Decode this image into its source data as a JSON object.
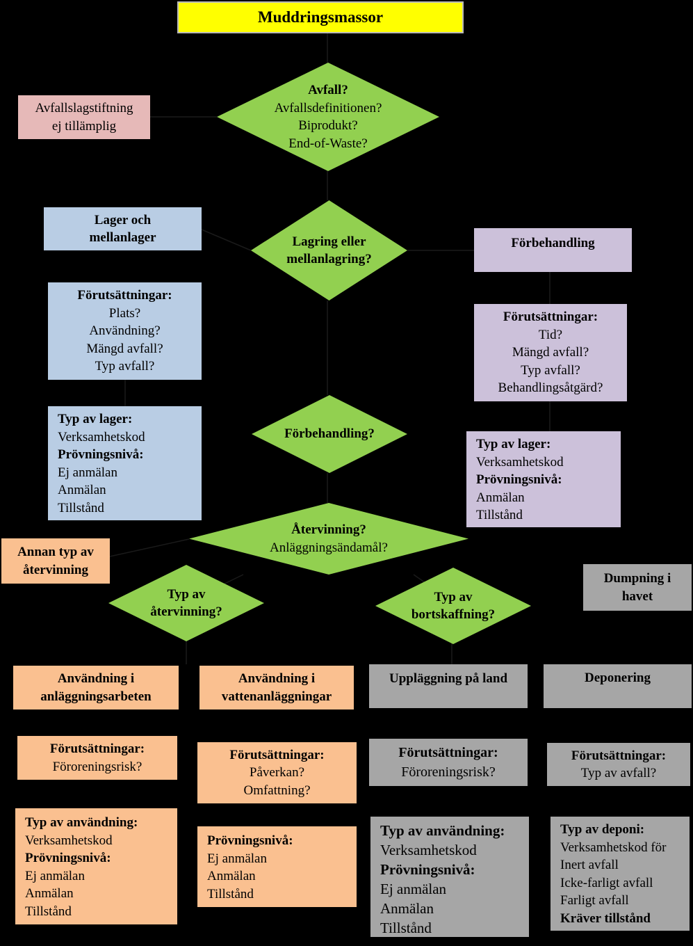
{
  "colors": {
    "background": "#000000",
    "title_fill": "#ffff00",
    "decision_fill": "#92d050",
    "not_applicable_fill": "#e6b9b8",
    "storage_fill": "#b9cde4",
    "pretreatment_fill": "#ccc1da",
    "recovery_fill": "#fac090",
    "disposal_fill": "#a6a6a6"
  },
  "title": "Muddringsmassor",
  "not_applicable": {
    "line1": "Avfallslagstiftning",
    "line2": "ej tillämplig"
  },
  "decision_waste": {
    "line1": "Avfall?",
    "line2": "Avfallsdefinitionen?",
    "line3": "Biprodukt?",
    "line4": "End-of-Waste?"
  },
  "storage": {
    "heading": {
      "line1": "Lager och",
      "line2": "mellanlager"
    },
    "conditions": {
      "label": "Förutsättningar:",
      "items": [
        "Plats?",
        "Användning?",
        "Mängd avfall?",
        "Typ avfall?"
      ]
    },
    "type": {
      "label1": "Typ av lager:",
      "item1": "Verksamhetskod",
      "label2": "Prövningsnivå:",
      "items": [
        "Ej anmälan",
        "Anmälan",
        "Tillstånd"
      ]
    }
  },
  "decision_storage": {
    "line1": "Lagring eller",
    "line2": "mellanlagring?"
  },
  "pretreatment": {
    "heading": "Förbehandling",
    "conditions": {
      "label": "Förutsättningar:",
      "items": [
        "Tid?",
        "Mängd avfall?",
        "Typ avfall?",
        "Behandlingsåtgärd?"
      ]
    },
    "type": {
      "label1": "Typ av lager:",
      "item1": "Verksamhetskod",
      "label2": "Prövningsnivå:",
      "items": [
        "Anmälan",
        "Tillstånd"
      ]
    }
  },
  "decision_pretreatment": {
    "line1": "Förbehandling?"
  },
  "decision_recovery": {
    "line1": "Återvinning?",
    "line2": "Anläggningsändamål?"
  },
  "other_recovery": {
    "line1": "Annan typ av",
    "line2": "återvinning"
  },
  "decision_recovery_type": {
    "line1": "Typ av",
    "line2": "återvinning?"
  },
  "decision_disposal_type": {
    "line1": "Typ av",
    "line2": "bortskaffning?"
  },
  "sea_dumping": {
    "line1": "Dumpning i",
    "line2": "havet"
  },
  "construction_use": {
    "heading": {
      "line1": "Användning i",
      "line2": "anläggningsarbeten"
    },
    "conditions": {
      "label": "Förutsättningar:",
      "items": [
        "Föroreningsrisk?"
      ]
    },
    "type": {
      "label1": "Typ av användning:",
      "item1": "Verksamhetskod",
      "label2": "Prövningsnivå:",
      "items": [
        "Ej anmälan",
        "Anmälan",
        "Tillstånd"
      ]
    }
  },
  "water_use": {
    "heading": {
      "line1": "Användning i",
      "line2": "vattenanläggningar"
    },
    "conditions": {
      "label": "Förutsättningar:",
      "items": [
        "Påverkan?",
        "Omfattning?"
      ]
    },
    "type": {
      "label1": "Prövningsnivå:",
      "items": [
        "Ej anmälan",
        "Anmälan",
        "Tillstånd"
      ]
    }
  },
  "land_deposit": {
    "heading": "Uppläggning på land",
    "conditions": {
      "label": "Förutsättningar:",
      "items": [
        "Föroreningsrisk?"
      ]
    },
    "type": {
      "label1": "Typ av användning:",
      "item1": "Verksamhetskod",
      "label2": "Prövningsnivå:",
      "items": [
        "Ej anmälan",
        "Anmälan",
        "Tillstånd"
      ]
    }
  },
  "landfill": {
    "heading": "Deponering",
    "conditions": {
      "label": "Förutsättningar:",
      "items": [
        "Typ av avfall?"
      ]
    },
    "type": {
      "label1": "Typ av deponi:",
      "items": [
        "Verksamhetskod för",
        "Inert avfall",
        "Icke-farligt avfall",
        "Farligt avfall"
      ],
      "requirement": "Kräver tillstånd"
    }
  }
}
